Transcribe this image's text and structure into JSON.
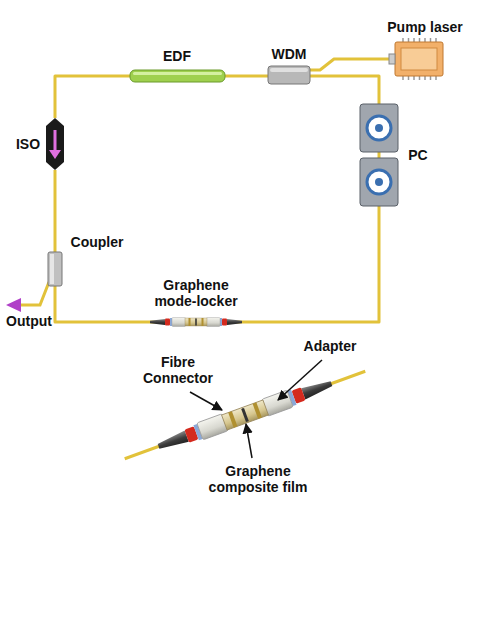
{
  "diagram": {
    "nodes": [
      {
        "text": [
          "EDF"
        ]
      },
      {
        "text": [
          "WDM"
        ]
      },
      {
        "text": [
          "Pump laser"
        ]
      },
      {
        "text": [
          "ISO"
        ]
      },
      {
        "text": [
          "PC"
        ]
      },
      {
        "text": [
          "Coupler"
        ]
      },
      {
        "text": [
          "Graphene mode-locker"
        ]
      }
    ],
    "edges": [
      {
        "from": 1,
        "to": 0,
        "arrow": "none"
      },
      {
        "from": 0,
        "to": 3,
        "arrow": "none"
      },
      {
        "from": 3,
        "to": 5,
        "arrow": "none"
      },
      {
        "from": 5,
        "to": 6,
        "arrow": "none"
      },
      {
        "from": 6,
        "to": 4,
        "arrow": "none"
      },
      {
        "from": 4,
        "to": 1,
        "arrow": "none"
      },
      {
        "from": 2,
        "to": 1,
        "arrow": "none"
      }
    ],
    "labels": [
      "Output",
      "Fibre Connector",
      "Adapter",
      "Graphene composite film"
    ]
  }
}
